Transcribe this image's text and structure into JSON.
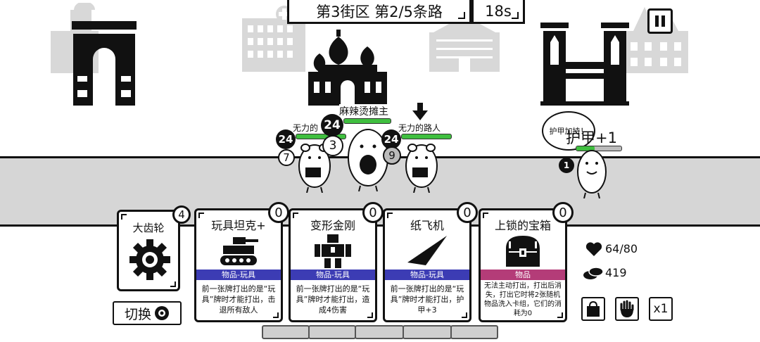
{
  "hud": {
    "location": "第3街区 第2/5条路",
    "timer": "18s"
  },
  "enemies": [
    {
      "name": "无力的",
      "hp": "24",
      "armor": "7"
    },
    {
      "name": "麻辣烫摊主",
      "hp": "24",
      "armor": "3"
    },
    {
      "name": "无力的路人",
      "hp": "24",
      "armor": "9"
    }
  ],
  "player": {
    "speech": "护甲加持！",
    "armor_gain": "护甲+1",
    "shield": "1"
  },
  "equipment": {
    "name": "大齿轮",
    "count": "4",
    "switch_label": "切换",
    "icon": "gear-icon"
  },
  "cards": [
    {
      "title": "玩具坦克+",
      "cost": "0",
      "type": "物品-玩具",
      "type_color": "#3c3cb4",
      "desc": "前一张牌打出的是“玩具”牌时才能打出，击退所有敌人",
      "icon": "tank-icon"
    },
    {
      "title": "变形金刚",
      "cost": "0",
      "type": "物品-玩具",
      "type_color": "#3c3cb4",
      "desc": "前一张牌打出的是“玩具”牌时才能打出，造成4伤害",
      "icon": "robot-icon"
    },
    {
      "title": "纸飞机",
      "cost": "0",
      "type": "物品-玩具",
      "type_color": "#3c3cb4",
      "desc": "前一张牌打出的是“玩具”牌时才能打出，护甲+3",
      "icon": "paper-plane-icon"
    },
    {
      "title": "上锁的宝箱",
      "cost": "0",
      "type": "物品",
      "type_color": "#b43c78",
      "desc": "无法主动打出，打出后消失，打出它时将2张随机物品洗入卡组，它们的消耗为0",
      "icon": "treasure-chest-icon"
    }
  ],
  "stats": {
    "hp": "64/80",
    "coins": "419"
  },
  "buttons": {
    "speed": "x1",
    "pause": "pause-icon",
    "bag": "bag-icon",
    "hand": "hand-icon"
  }
}
